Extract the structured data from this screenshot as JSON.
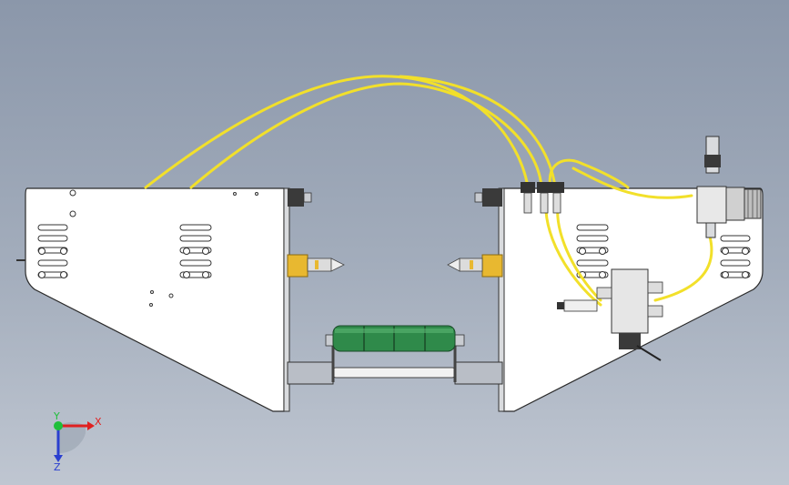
{
  "viewport": {
    "background_top": "#8b97aa",
    "background_bottom": "#bfc6d1"
  },
  "triad": {
    "x_label": "X",
    "y_label": "Y",
    "z_label": "Z",
    "x_color": "#e02020",
    "y_color": "#1fbf3a",
    "z_color": "#2a3fd0"
  },
  "colors": {
    "plate": "#ffffff",
    "plate_outline": "#2a2a2a",
    "tubing": "#f2e02a",
    "cylinder": "#e8b830",
    "roller": "#2f8a4a",
    "metal": "#c9ccd1",
    "dark_part": "#3a3a3a"
  }
}
